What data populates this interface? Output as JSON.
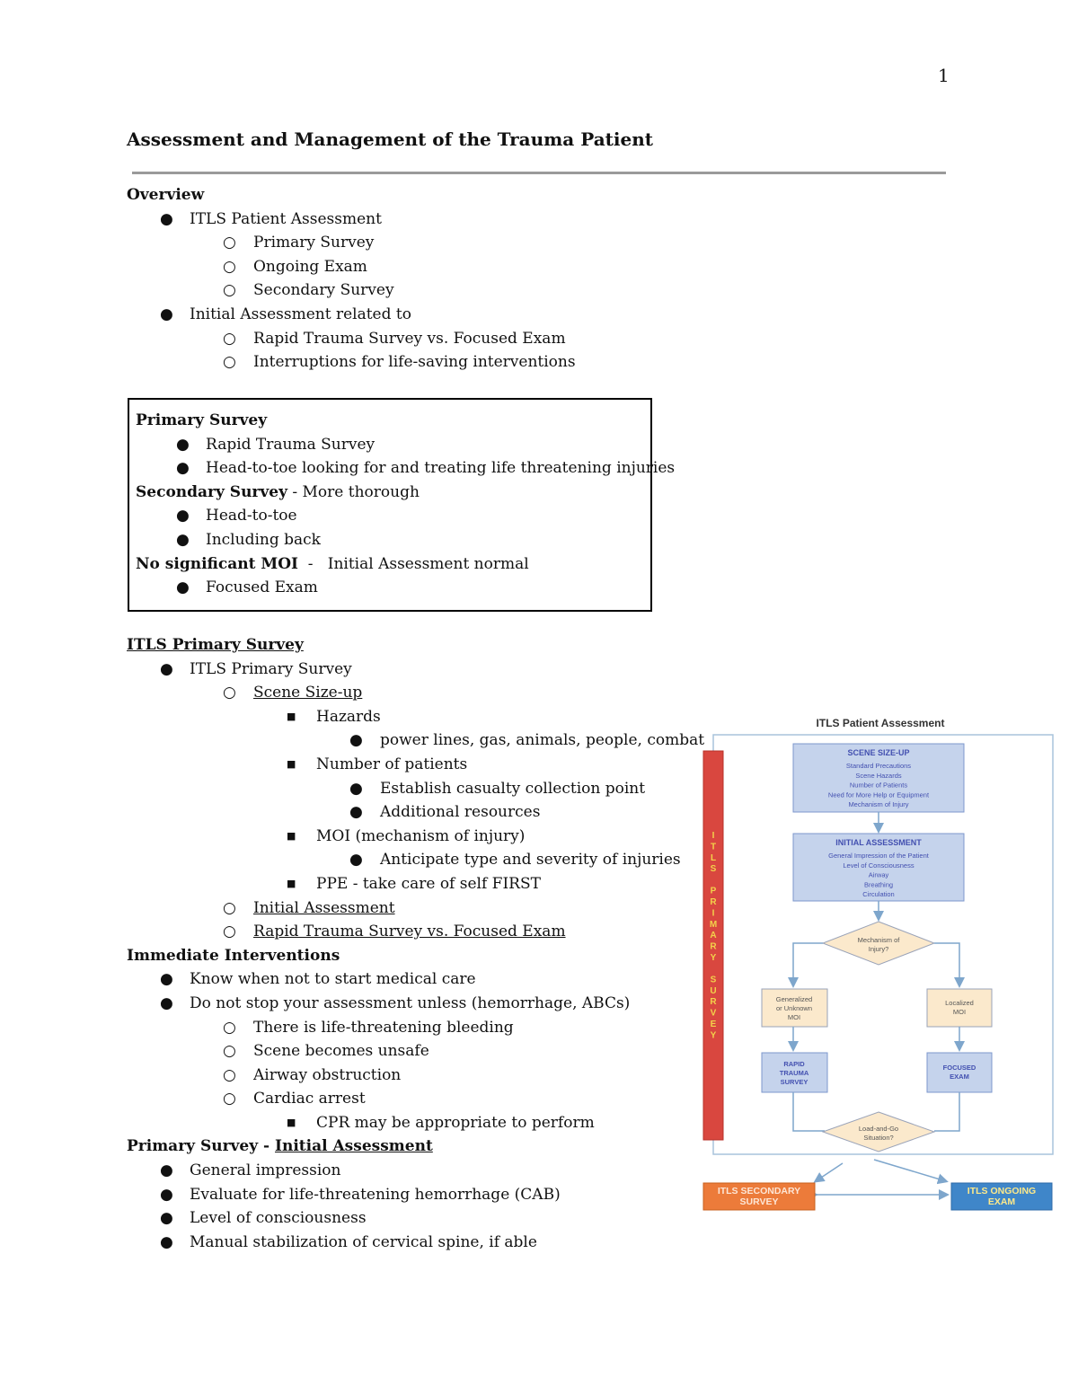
{
  "page_number": "1",
  "title": "Assessment and Management of the Trauma Patient",
  "overview": {
    "heading": "Overview",
    "items": [
      {
        "level": 1,
        "text": "ITLS Patient Assessment"
      },
      {
        "level": 2,
        "text": "Primary Survey"
      },
      {
        "level": 2,
        "text": "Ongoing Exam"
      },
      {
        "level": 2,
        "text": "Secondary Survey"
      },
      {
        "level": 1,
        "text": "Initial Assessment related to"
      },
      {
        "level": 2,
        "text": "Rapid Trauma Survey vs. Focused Exam"
      },
      {
        "level": 2,
        "text": "Interruptions for life-saving interventions"
      }
    ]
  },
  "summary_box": {
    "primary_heading": "Primary Survey",
    "primary_items": [
      "Rapid Trauma Survey",
      "Head-to-toe looking for and  treating life threatening  injuries"
    ],
    "secondary_heading": "Secondary Survey",
    "secondary_suffix": " - More thorough",
    "secondary_items": [
      "Head-to-toe",
      "Including back"
    ],
    "moi_heading": "No significant MOI",
    "moi_suffix": "  -   Initial Assessment normal",
    "moi_items": [
      "Focused Exam"
    ]
  },
  "itls_primary": {
    "heading": "ITLS Primary Survey",
    "l1": "ITLS Primary Survey",
    "scene_sizeup": "Scene Size-up",
    "hazards": "Hazards",
    "hazards_detail": "power lines, gas, animals, people, combat",
    "num_patients": "Number of patients",
    "collection_point": "Establish casualty collection point",
    "additional_resources": "Additional resources",
    "moi": "MOI (mechanism of injury)",
    "anticipate": "Anticipate type and severity of injuries",
    "ppe": "PPE - take care of self FIRST",
    "initial_assessment": "Initial Assessment",
    "rapid_vs_focused": "Rapid Trauma Survey vs. Focused Exam"
  },
  "immediate": {
    "heading": "Immediate Interventions",
    "i1": "Know when not to start medical care",
    "i2": "Do not stop your assessment unless (hemorrhage, ABCs)",
    "s1": "There is life-threatening bleeding",
    "s2": "Scene becomes unsafe",
    "s3": "Airway obstruction",
    "s4": "Cardiac arrest",
    "s5": "CPR may be appropriate to perform"
  },
  "primary_initial": {
    "heading_prefix": "Primary Survey - ",
    "heading_link": "Initial Assessment",
    "items": [
      "General impression",
      "Evaluate for life-threatening hemorrhage (CAB)",
      "Level of consciousness",
      "Manual stabilization of cervical spine, if able"
    ]
  },
  "diagram": {
    "title": "ITLS Patient Assessment",
    "side_label": "ITLS PRIMARY SURVEY",
    "scene_sizeup": {
      "title": "SCENE SIZE-UP",
      "lines": [
        "Standard Precautions",
        "Scene Hazards",
        "Number of Patients",
        "Need for More Help or Equipment",
        "Mechanism of Injury"
      ]
    },
    "initial_assessment": {
      "title": "INITIAL ASSESSMENT",
      "lines": [
        "General Impression of the Patient",
        "Level of Consciousness",
        "Airway",
        "Breathing",
        "Circulation"
      ]
    },
    "decision1": [
      "Mechanism of",
      "Injury?"
    ],
    "generalized": [
      "Generalized",
      "or Unknown",
      "MOI"
    ],
    "localized": [
      "Localized",
      "MOI"
    ],
    "rapid": [
      "RAPID",
      "TRAUMA",
      "SURVEY"
    ],
    "focused": [
      "FOCUSED",
      "EXAM"
    ],
    "decision2": [
      "Load-and-Go",
      "Situation?"
    ],
    "secondary": [
      "ITLS SECONDARY",
      "SURVEY"
    ],
    "ongoing": [
      "ITLS ONGOING",
      "EXAM"
    ],
    "colors": {
      "frame": "#a8c4dc",
      "side_bar": "#d9473f",
      "side_text": "#f2d24b",
      "blue_box": "#c5d3ec",
      "blue_border": "#7d97cc",
      "blue_text": "#4350b0",
      "tan_fill": "#fbe9cc",
      "tan_border": "#9aa3b8",
      "arrow": "#7ea6cc",
      "secondary_fill": "#ec7b3a",
      "ongoing_fill": "#3f86c9"
    }
  }
}
